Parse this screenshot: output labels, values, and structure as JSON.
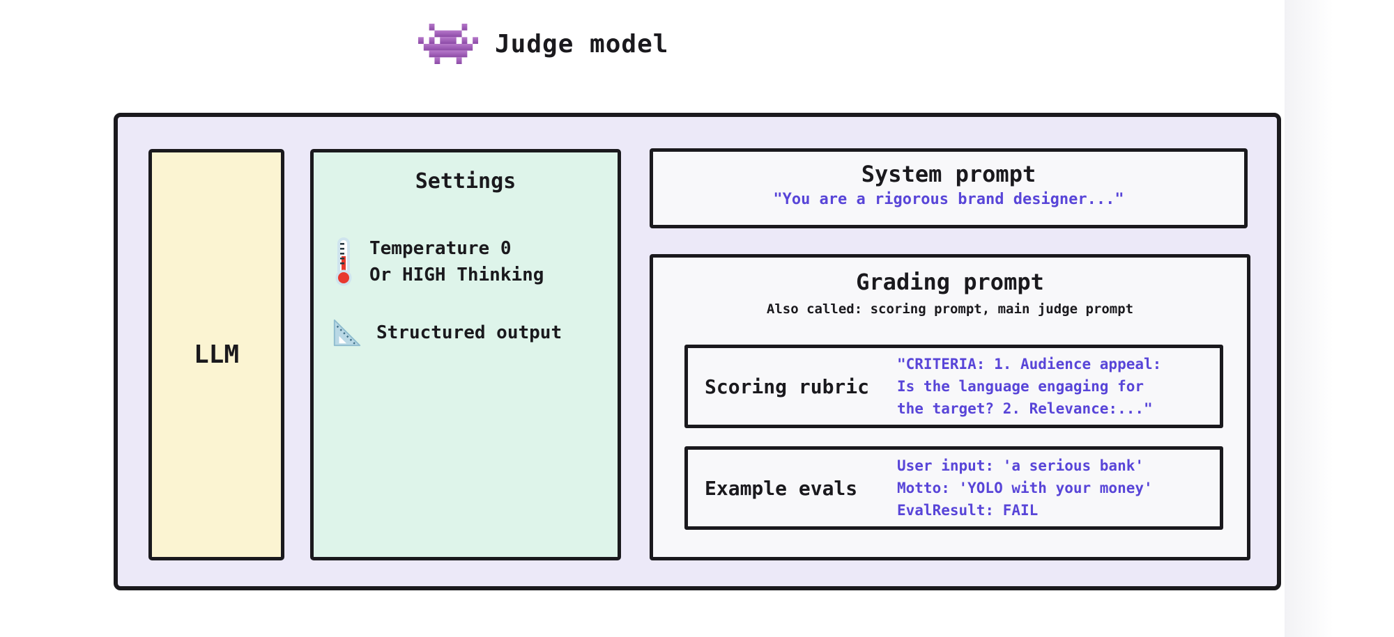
{
  "title": {
    "label": "Judge model",
    "icon": "space-invader"
  },
  "llm": {
    "label": "LLM"
  },
  "settings": {
    "title": "Settings",
    "items": [
      {
        "icon": "thermometer",
        "lines": [
          "Temperature 0",
          "Or HIGH Thinking"
        ]
      },
      {
        "icon": "triangular-ruler",
        "lines": [
          "Structured output"
        ]
      }
    ]
  },
  "system_prompt": {
    "title": "System prompt",
    "quote": "\"You are a rigorous brand designer...\""
  },
  "grading": {
    "title": "Grading prompt",
    "subtitle": "Also called: scoring prompt, main judge prompt",
    "rubric": {
      "label": "Scoring rubric",
      "lines": [
        "\"CRITERIA: 1. Audience appeal:",
        "Is the language engaging for",
        "the target? 2. Relevance:...\""
      ]
    },
    "evals": {
      "label": "Example evals",
      "lines": [
        "User input: 'a serious bank'",
        "Motto: 'YOLO with your money'",
        "EvalResult: FAIL"
      ]
    }
  },
  "colors": {
    "outer_bg": "#ECE9F8",
    "llm_bg": "#FBF4D2",
    "settings_bg": "#DEF4EA",
    "panel_bg": "#F8F8FA",
    "border": "#1A191D",
    "purple_text": "#5845D8",
    "invader_purple": "#A15BB8"
  }
}
